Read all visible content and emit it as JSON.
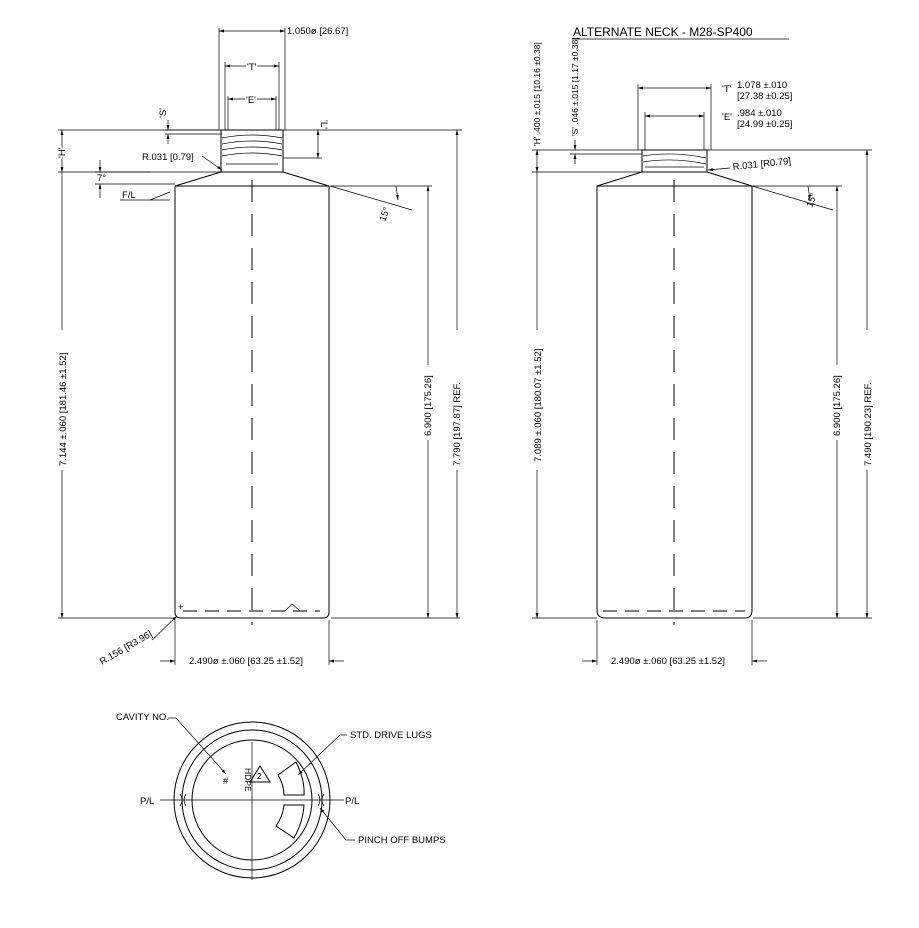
{
  "title": "ALTERNATE NECK - M28-SP400",
  "left_view": {
    "finish_dia": "1.050ø [26.67]",
    "t_label": "'T'",
    "e_label": "'E'",
    "s_label": "'S'",
    "l_label": "'L'",
    "h_label": "'H'",
    "radius_neck": "R.031 [0.79]",
    "angle_7": "7°",
    "fl_label": "F/L",
    "angle_15": "15°",
    "overall_height": "7.144 ±.060 [181.46 ±1.52]",
    "body_height": "6.900 [175.26]",
    "ref_height": "7.790 [197.87] REF.",
    "base_radius": "R.156 [R3.96]",
    "body_dia": "2.490ø ±.060 [63.25 ±1.52]"
  },
  "right_view": {
    "h_dim": "'H' .400 ±.015 [10.16 ±0.38]",
    "s_dim": "'S' .046 ±.015 [1.17 ±0.38]",
    "t_label": "'T'",
    "t_dim1": "1.078 ±.010",
    "t_dim2": "[27.38 ±0.25]",
    "e_label": "'E'",
    "e_dim1": ".984 ±.010",
    "e_dim2": "[24.99 ±0.25]",
    "radius_neck": "R.031 [R0.79]",
    "angle_15": "15°",
    "overall_height": "7.089 ±.060 [180.07 ±1.52]",
    "body_height": "6.900 [175.26]",
    "ref_height": "7.490 [190.23] REF.",
    "body_dia": "2.490ø ±.060 [63.25 ±1.52]"
  },
  "bottom_view": {
    "cavity_no": "CAVITY NO.",
    "drive_lugs": "STD. DRIVE LUGS",
    "pl_left": "P/L",
    "pl_right": "P/L",
    "pinch_off": "PINCH OFF BUMPS",
    "hash": "#",
    "resin": "HDPE",
    "recycle_num": "2"
  }
}
